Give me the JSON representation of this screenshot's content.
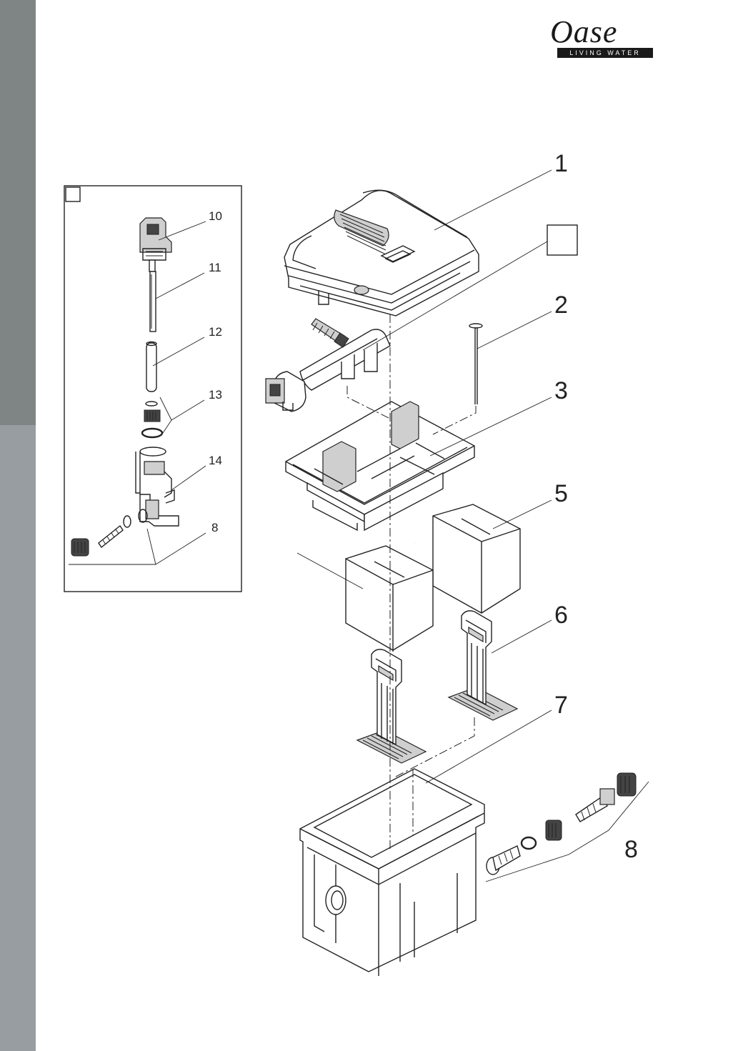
{
  "brand": {
    "name": "Oase",
    "tagline": "LIVING WATER"
  },
  "part_labels": [
    "1",
    "2",
    "3",
    "5",
    "6",
    "7",
    "8"
  ],
  "inset_labels": [
    "10",
    "11",
    "12",
    "13",
    "14",
    "8"
  ],
  "colors": {
    "sidebar_dark": "#7f8585",
    "sidebar_light": "#979da0",
    "line": "#222222"
  }
}
